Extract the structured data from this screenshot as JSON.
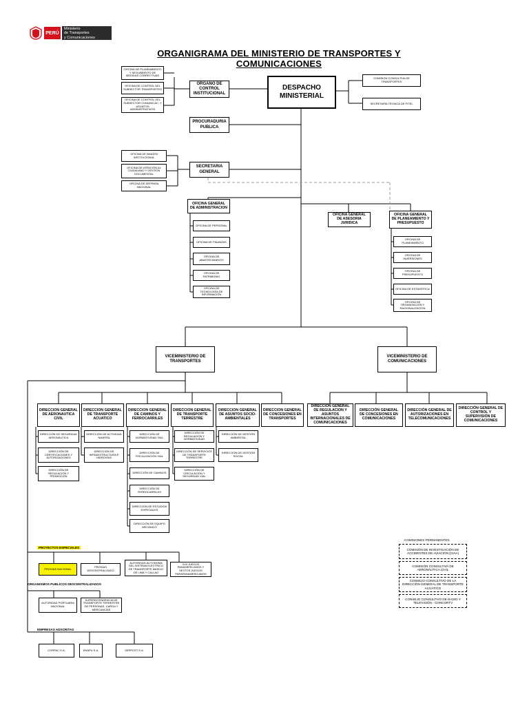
{
  "logo": {
    "peru": "PERÚ",
    "line1": "Ministerio",
    "line2": "de Transportes",
    "line3": "y Comunicaciones"
  },
  "title": "ORGANIGRAMA DEL MINISTERIO DE TRANSPORTES Y COMUNICACIONES",
  "despacho": "DESPACHO MINISTERIAL",
  "comision_consultiva": "COMISIÓN CONSULTIVA DE TRANSPORTES",
  "secretaria_fitel": "SECRETARÍA TÉCNICA DE FITEL",
  "oci": "ÓRGANO DE CONTROL INSTITUCIONAL",
  "oci_children": [
    "OFICINA DE PLANEAMIENTO Y SEGUIMIENTO DE MEDIDAS CORRECTIVAS",
    "OFICINA DE CONTROL DEL SUBSECTOR TRANSPORTES",
    "OFICINA DE CONTROL DEL SUBSECTOR COMUNICAC. Y ASUNTOS ADMINISTRATIVOS"
  ],
  "procuraduria": "PROCURADURIA PUBLICA",
  "secretaria_general": "SECRETARIA GENERAL",
  "sg_children": [
    "OFICINA DE IMAGEN INSTITUCIONAL",
    "OFICINA DE ATENCIÓN AL CIUDADANO Y GESTIÓN DOCUMENTAL",
    "OFICINA DE DEFENSA NACIONAL"
  ],
  "oga": "OFICINA GENERAL DE ADMINISTRACION",
  "oga_children": [
    "OFICINA DE PERSONAL",
    "OFICINA DE FINANZAS",
    "OFICINA DE ABASTECIMIENTO",
    "OFICINA DE PATRIMONIO",
    "OFICINA DE TECNOLOGÍA DE INFORMACIÓN"
  ],
  "ogaj": "OFICINA GENERAL DE ASESORIA JURIDICA",
  "ogpp": "OFICINA GENERAL DE PLANEAMIENTO Y PRESUPUESTO",
  "ogpp_children": [
    "OFICINA DE PLANEAMIENTO",
    "OFICINA DE INVERSIONES",
    "OFICINA DE PRESUPUESTO",
    "OFICINA DE ESTADÍSTICA",
    "OFICINA DE ORGANIZACIÓN Y RACIONALIZACIÓN"
  ],
  "vmt": "VICEMINISTERIO DE TRANSPORTES",
  "vmc": "VICEMINISTERIO DE COMUNICACIONES",
  "dg_transportes": [
    {
      "name": "DIRECCION GENERAL DE AERONAUTICA CIVIL",
      "children": [
        "DIRECCIÓN DE SEGURIDAD AERONÁUTICA",
        "DIRECCIÓN DE CERTIFICACIONES Y AUTORIZACIONES",
        "DIRECCIÓN DE REGULACIÓN Y PROMOCIÓN"
      ]
    },
    {
      "name": "DIRECCION GENERAL DE TRANSPORTE ACUATICO",
      "children": [
        "DIRECCIÓN DE ACTIVIDAD NAVIERA",
        "DIRECCIÓN DE INFRAESTRUCTURA E HIDROVÍAS"
      ]
    },
    {
      "name": "DIRECCION GENERAL DE CAMINOS Y FERROCARRILES",
      "children": [
        "DIRECCIÓN DE NORMATIVIDAD VIAL",
        "DIRECCIÓN DE FISCALIZACIÓN VIAL",
        "DIRECCIÓN DE CAMINOS",
        "DIRECCIÓN DE FERROCARRILES",
        "DIRECCIÓN DE ESTUDIOS ESPECIALES",
        "DIRECCIÓN DE EQUIPO MECÁNICO"
      ]
    },
    {
      "name": "DIRECCION GENERAL DE TRANSPORTE TERRESTRE",
      "children": [
        "DIRECCIÓN DE REGULACIÓN Y NORMATIVIDAD",
        "DIRECCIÓN DE SERVICIOS DE TRANSPORTE TERRESTRE",
        "DIRECCIÓN DE CIRCULACIÓN Y SEGURIDAD VIAL"
      ]
    },
    {
      "name": "DIRECCION GENERAL DE ASUNTOS SOCIO-AMBIENTALES",
      "children": [
        "DIRECCIÓN DE GESTIÓN AMBIENTAL",
        "DIRECCIÓN DE GESTIÓN SOCIAL"
      ]
    },
    {
      "name": "DIRECCION GENERAL DE CONCESIONES EN TRANSPORTES",
      "children": []
    }
  ],
  "dg_comunicaciones": [
    "DIRECCION GENERAL DE REGULACION Y ASUNTOS INTERNACIONALES DE COMUNICACIONES",
    "DIRECCIÓN GENERAL DE CONCESIONES EN COMUNICACIONES",
    "DIRECCIÓN GENERAL DE AUTORIZACIONES EN TELECOMUNICACIONES",
    "DIRECCIÓN GENERAL DE CONTROL Y SUPERVISIÓN DE COMUNICACIONES"
  ],
  "proyectos_label": "PROYECTOS ESPECIALES",
  "proyectos": [
    "PROVIAS NACIONAL",
    "PROVIAS DESCENTRALIZADO",
    "AUTORIDAD AUTÓNOMA DEL SISTEMA ELÉCTRICO DE TRANSPORTE MASIVO DE LIMA Y CALLAO",
    "XVII JUEGOS PANAMERICANOS Y SEXTOS JUEGOS PARAPANAMERICANOS"
  ],
  "opd_label": "ORGANISMOS PUBLICOS DESCENTRALIZADOS",
  "opd": [
    "AUTORIDAD PORTUARIA NACIONAL",
    "SUPERINTENDENCIA DE TRANSPORTE TERRESTRE DE PERSONAS, CARGA Y MERCANCÍAS"
  ],
  "empresas_label": "EMPRESAS ADSCRITAS",
  "empresas": [
    "CORPAC S.A.",
    "ENAPU S.A.",
    "SERPOST S.A."
  ],
  "comisiones_label": "COMISIONES PERMANENTES",
  "comisiones": [
    "COMISIÓN DE INVESTIGACIÓN DE ACCIDENTES DE AVIACIÓN (CIAA)",
    "COMISIÓN CONSULTIVA DE AERONÁUTICA CIVIL",
    "CONSEJO CONSULTIVO DE LA DIRECCIÓN GENERAL DE TRANSPORTE ACUÁTICO",
    "CONSEJO CONSULTIVO DE RADIO Y TELEVISIÓN - CONCORTV"
  ],
  "colors": {
    "peru_red": "#d4121e",
    "highlight_yellow": "#f6f200",
    "line": "#000000",
    "dashed_line": "#999999"
  }
}
